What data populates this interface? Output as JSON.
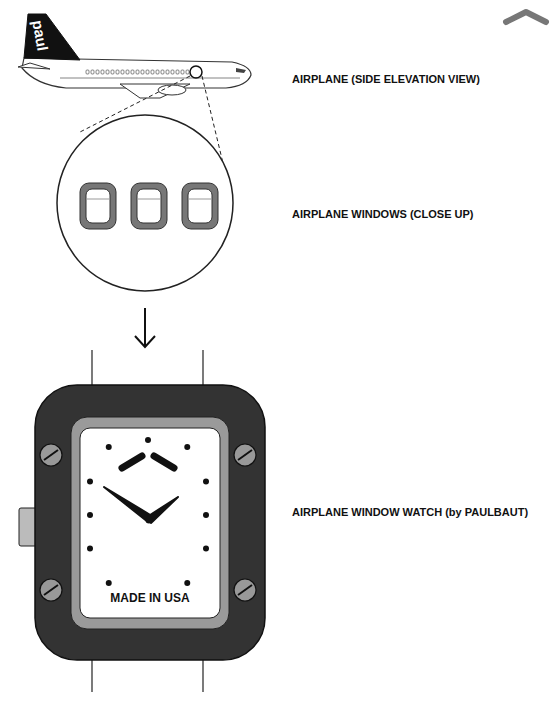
{
  "diagram": {
    "nodes": [
      {
        "text": [
          "MADE IN USA"
        ]
      }
    ],
    "labels": [
      "paul",
      "AIRPLANE (SIDE ELEVATION VIEW)",
      "AIRPLANE WINDOWS (CLOSE UP)",
      "AIRPLANE WINDOW WATCH (by PAULBAUT)"
    ]
  }
}
